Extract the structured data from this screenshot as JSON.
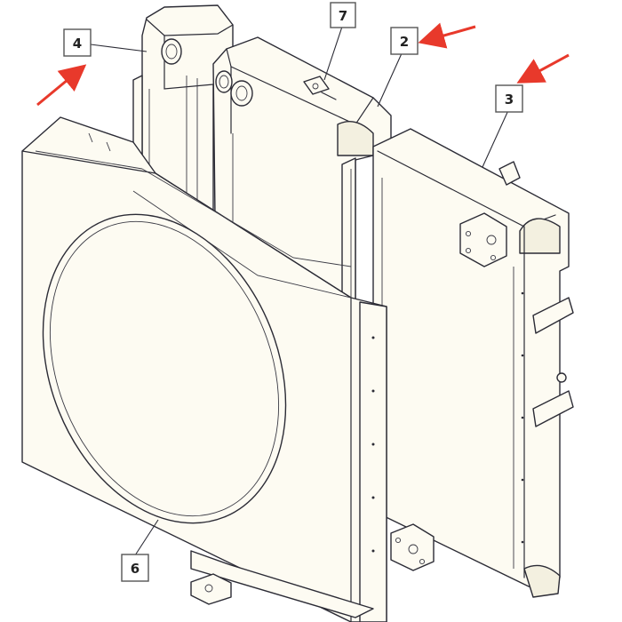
{
  "callouts": [
    {
      "id": "4",
      "label": "4"
    },
    {
      "id": "7",
      "label": "7"
    },
    {
      "id": "2",
      "label": "2"
    },
    {
      "id": "3",
      "label": "3"
    },
    {
      "id": "6",
      "label": "6"
    }
  ],
  "colors": {
    "arrow": "#e8392b",
    "line": "#2b2b35",
    "part_fill": "#fdfbf2"
  },
  "icons": [
    "red-arrow-icon"
  ]
}
